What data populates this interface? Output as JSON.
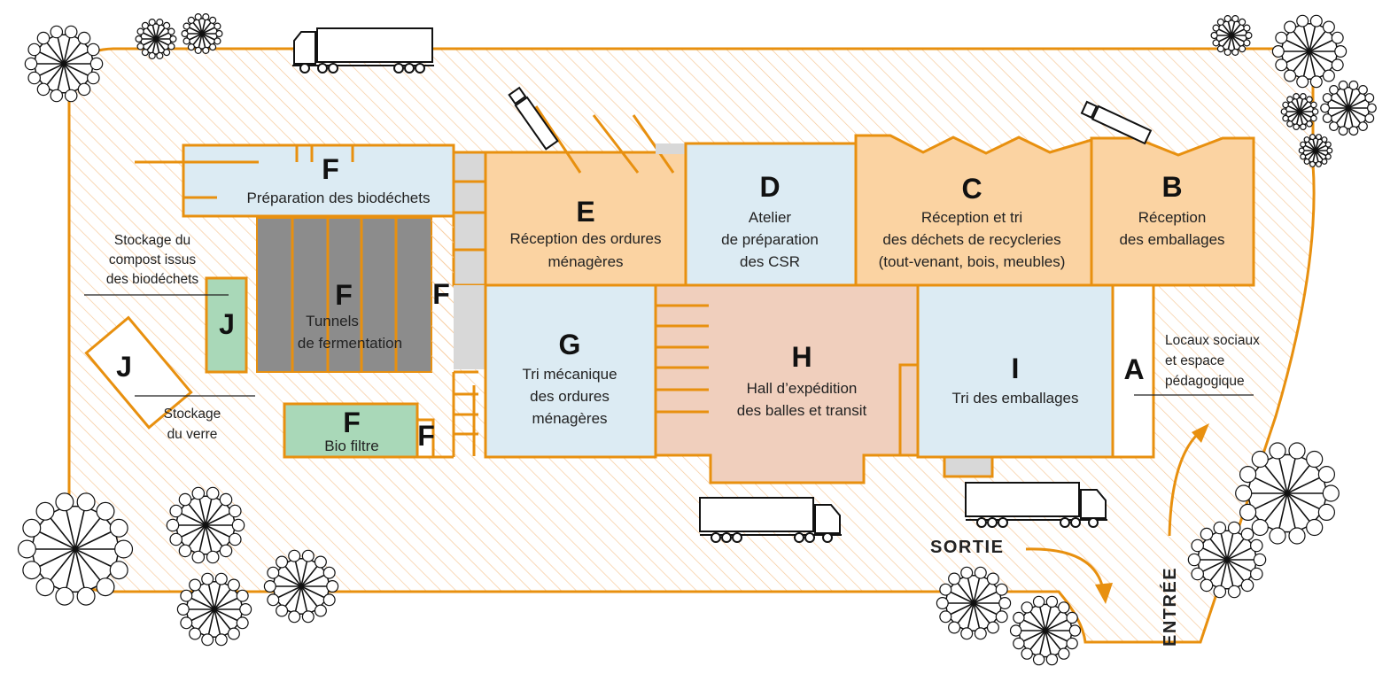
{
  "colors": {
    "orange": "#e8900f",
    "orange_fill": "#fbd3a2",
    "blue_fill": "#dcebf3",
    "green_fill": "#a9d8b8",
    "grey_fill": "#8c8c8c",
    "pink_fill": "#f0cfbd",
    "light_grey": "#d8d8d8"
  },
  "zones": {
    "A": {
      "letter": "A"
    },
    "B": {
      "letter": "B",
      "lines": [
        "Réception",
        "des emballages"
      ]
    },
    "C": {
      "letter": "C",
      "lines": [
        "Réception et tri",
        "des déchets de recycleries",
        "(tout-venant, bois, meubles)"
      ]
    },
    "D": {
      "letter": "D",
      "lines": [
        "Atelier",
        "de préparation",
        "des CSR"
      ]
    },
    "E": {
      "letter": "E",
      "lines": [
        "Réception des ordures",
        "ménagères"
      ]
    },
    "F_top": {
      "letter": "F",
      "lines": [
        "Préparation des biodéchets"
      ]
    },
    "F_tunnels": {
      "letter": "F",
      "lines": [
        "Tunnels",
        "de fermentation"
      ]
    },
    "F_side": {
      "letter": "F"
    },
    "F_biofiltre": {
      "letter": "F",
      "lines": [
        "Bio filtre"
      ]
    },
    "F_small": {
      "letter": "F"
    },
    "G": {
      "letter": "G",
      "lines": [
        "Tri mécanique",
        "des ordures",
        "ménagères"
      ]
    },
    "H": {
      "letter": "H",
      "lines": [
        "Hall d’expédition",
        "des balles et transit"
      ]
    },
    "I": {
      "letter": "I",
      "lines": [
        "Tri des emballages"
      ]
    },
    "J_compost": {
      "letter": "J"
    },
    "J_verre": {
      "letter": "J"
    }
  },
  "annotations": {
    "compost": [
      "Stockage du",
      "compost issus",
      "des biodéchets"
    ],
    "verre": [
      "Stockage",
      "du verre"
    ],
    "locaux": [
      "Locaux sociaux",
      "et espace",
      "pédagogique"
    ]
  },
  "labels": {
    "sortie": "SORTIE",
    "entree": "ENTRÉE"
  },
  "icons": [
    "truck-icon",
    "tree-icon",
    "arrow-icon"
  ]
}
